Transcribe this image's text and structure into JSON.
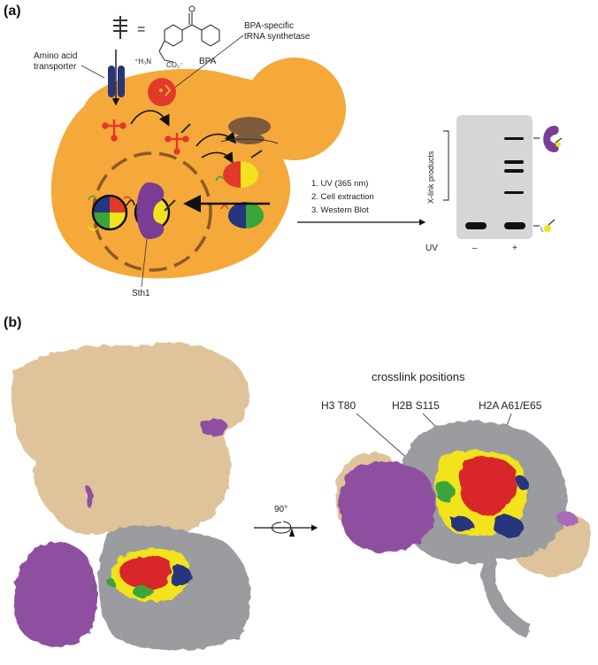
{
  "panel_a": {
    "label": "(a)",
    "equals": "=",
    "bpa_label": "BPA",
    "bpa_amine": "⁺H₃N",
    "bpa_carboxylate": "CO₂⁻",
    "amino_acid_transporter": [
      "Amino acid",
      "transporter"
    ],
    "synthetase": [
      "BPA-specific",
      "tRNA synthetase"
    ],
    "sth1": "Sth1",
    "steps": [
      "1. UV (365 nm)",
      "2. Cell extraction",
      "3. Western Blot"
    ],
    "blot": {
      "ylabel": "X-link products",
      "uv_label": "UV",
      "lanes": [
        "–",
        "+"
      ]
    }
  },
  "panel_b": {
    "label": "(b)",
    "rotation": "90°",
    "crosslink_title": "crosslink positions",
    "positions": [
      "H3 T80",
      "H2B S115",
      "H2A A61/E65"
    ]
  },
  "colors": {
    "cell": "#f5a93a",
    "nucleus_dash": "#8a5a25",
    "transporter": "#27367a",
    "synthetase": "#e23a2a",
    "sth1": "#7b3c95",
    "ribosome": "#7e5a3c",
    "blot_bg": "#d6d6d6",
    "tan_protein": "#dfc39b",
    "purple_protein": "#8e4fa0",
    "gray_protein": "#9a9c9f",
    "histone_red": "#d8262a",
    "histone_yellow": "#f2e31e",
    "histone_green": "#3aa53a",
    "histone_blue": "#27347e"
  },
  "icons": [
    "bpa-tree-icon",
    "transporter-icon",
    "synthetase-icon",
    "trna-icon",
    "ribosome-icon",
    "histone-octamer-icon",
    "sth1-icon",
    "rotation-arrow-icon"
  ]
}
